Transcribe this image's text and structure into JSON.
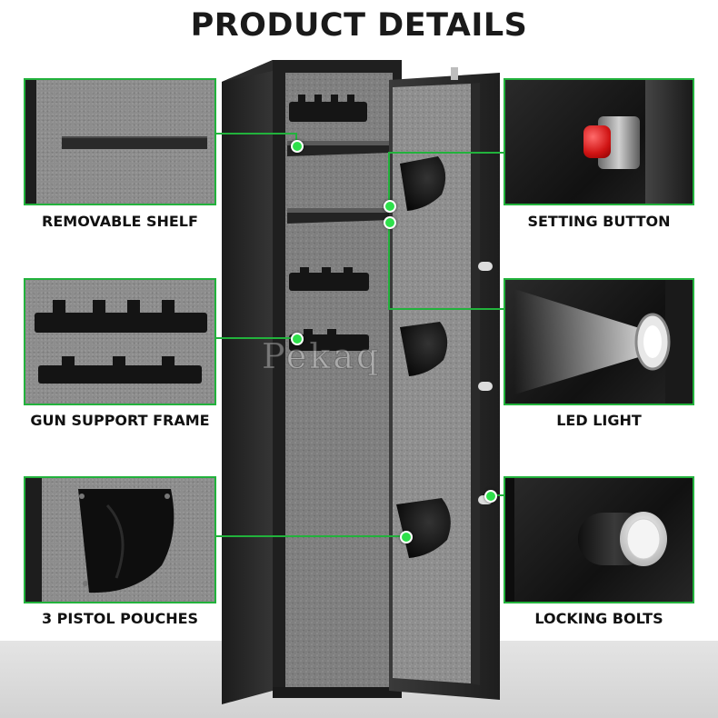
{
  "title": "PRODUCT DETAILS",
  "watermark": "Pekaq",
  "accent_color": "#22b23c",
  "features": {
    "removable_shelf": "REMOVABLE SHELF",
    "gun_support_frame": "GUN SUPPORT FRAME",
    "pistol_pouches": "3 PISTOL POUCHES",
    "setting_button": "SETTING BUTTON",
    "led_light": "LED LIGHT",
    "locking_bolts": "LOCKING BOLTS"
  },
  "icons": [
    "gun-safe-image",
    "shelf-closeup",
    "support-frame-closeup",
    "pistol-pouch-closeup",
    "setting-button-closeup",
    "led-light-closeup",
    "locking-bolt-closeup"
  ]
}
